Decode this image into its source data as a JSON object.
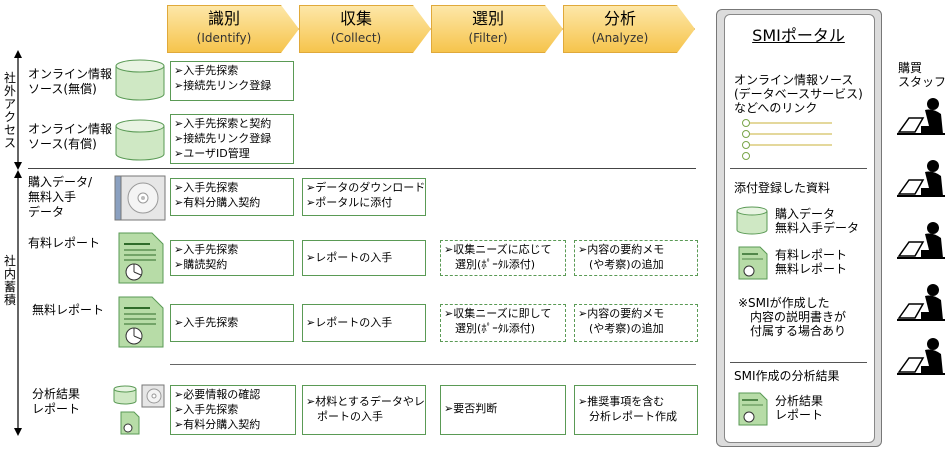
{
  "phases": [
    {
      "title": "識別",
      "sub": "(Identify)"
    },
    {
      "title": "収集",
      "sub": "(Collect)"
    },
    {
      "title": "選別",
      "sub": "(Filter)"
    },
    {
      "title": "分析",
      "sub": "(Analyze)"
    }
  ],
  "side_labels": {
    "external": "社外アクセス",
    "internal": "社内蓄積"
  },
  "rows": {
    "online_free": {
      "label": [
        "オンライン情報",
        "ソース(無償)"
      ],
      "identify": [
        "➢入手先探索",
        "➢接続先リンク登録"
      ]
    },
    "online_paid": {
      "label": [
        "オンライン情報",
        "ソース(有償)"
      ],
      "identify": [
        "➢入手先探索と契約",
        "➢接続先リンク登録",
        "➢ユーザID管理"
      ]
    },
    "purchased": {
      "label": [
        "購入データ/",
        "無料入手",
        "データ"
      ],
      "identify": [
        "➢入手先探索",
        "➢有料分購入契約"
      ],
      "collect": [
        "➢データのダウンロード",
        "➢ポータルに添付"
      ]
    },
    "paid_report": {
      "label": [
        "有料レポート"
      ],
      "identify": [
        "➢入手先探索",
        "➢購読契約"
      ],
      "collect": [
        "➢レポートの入手"
      ],
      "filter": [
        "➢収集ニーズに応じて",
        "　選別(ﾎﾟｰﾀﾙ添付)"
      ],
      "analyze": [
        "➢内容の要約メモ",
        "　(や考察)の追加"
      ]
    },
    "free_report": {
      "label": [
        "無料レポート"
      ],
      "identify": [
        "➢入手先探索"
      ],
      "collect": [
        "➢レポートの入手"
      ],
      "filter": [
        "➢収集ニーズに即して",
        "　選別(ﾎﾟｰﾀﾙ添付)"
      ],
      "analyze": [
        "➢内容の要約メモ",
        "　(や考察)の追加"
      ]
    },
    "analysis": {
      "label": [
        "分析結果",
        "レポート"
      ],
      "identify": [
        "➢必要情報の確認",
        "➢入手先探索",
        "➢有料分購入契約"
      ],
      "collect": [
        "➢材料とするデータやレ",
        "　ポートの入手"
      ],
      "filter": [
        "➢要否判断"
      ],
      "analyze": [
        "➢推奨事項を含む",
        "　分析レポート作成"
      ]
    }
  },
  "portal": {
    "title": "SMIポータル",
    "links_text": [
      "オンライン情報ソース",
      "(データベースサービス)",
      "などへのリンク"
    ],
    "attached_title": "添付登録した資料",
    "attached_data": [
      "購入データ",
      "無料入手データ"
    ],
    "attached_reports": [
      "有料レポート",
      "無料レポート"
    ],
    "note": [
      "※SMIが作成した",
      "　内容の説明書きが",
      "　付属する場合あり"
    ],
    "results_title": "SMI作成の分析結果",
    "results_item": [
      "分析結果",
      "レポート"
    ]
  },
  "staff_label": [
    "購買",
    "スタッフ"
  ],
  "colors": {
    "box_border": "#5a9a55",
    "phase_fill": "#f6c44c",
    "doc_green": "#8cc47a"
  }
}
